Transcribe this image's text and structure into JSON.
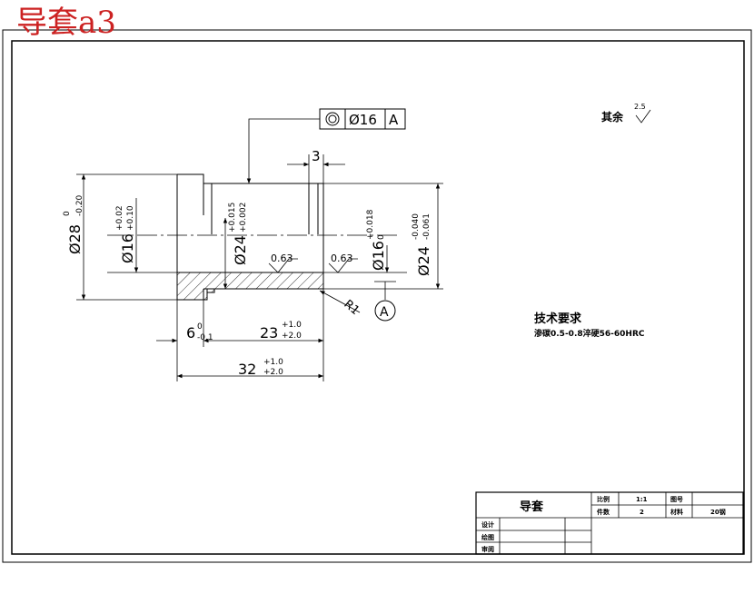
{
  "title_overlay": "导套a3",
  "surface_note": {
    "label": "其余",
    "value": "2.5"
  },
  "tech_requirements": {
    "title": "技术要求",
    "text": "渗碳0.5-0.8淬硬56-60HRC"
  },
  "gdt_frame": {
    "symbol": "◎",
    "tolerance": "Ø16",
    "datum": "A"
  },
  "datum_label": "A",
  "radius_label": "R1",
  "dims": {
    "d28": "Ø28",
    "d28_up": "0",
    "d28_lo": "-0.20",
    "d16_left": "Ø16",
    "d16_left_up": "+0.02",
    "d16_left_lo": "+0.10",
    "d24_mid": "Ø24",
    "d24_mid_up": "+0.015",
    "d24_mid_lo": "+0.002",
    "d16_right": "Ø16",
    "d16_right_up": "+0.018",
    "d16_right_lo": "0",
    "d24_right": "Ø24",
    "d24_right_up": "-0.040",
    "d24_right_lo": "-0.061",
    "l3": "3",
    "l6": "6",
    "l6_up": "0",
    "l6_lo": "-0.1",
    "l23": "23",
    "l23_up": "+1.0",
    "l23_lo": "+2.0",
    "l32": "32",
    "l32_up": "+1.0",
    "l32_lo": "+2.0",
    "rough1": "0.63",
    "rough2": "0.63"
  },
  "title_block": {
    "part_name": "导套",
    "ratio_label": "比例",
    "ratio_value": "1:1",
    "drawing_no_label": "图号",
    "drawing_no_value": "",
    "qty_label": "件数",
    "qty_value": "2",
    "material_label": "材料",
    "material_value": "20钢",
    "design_label": "设计",
    "draw_label": "绘图",
    "review_label": "审阅"
  }
}
